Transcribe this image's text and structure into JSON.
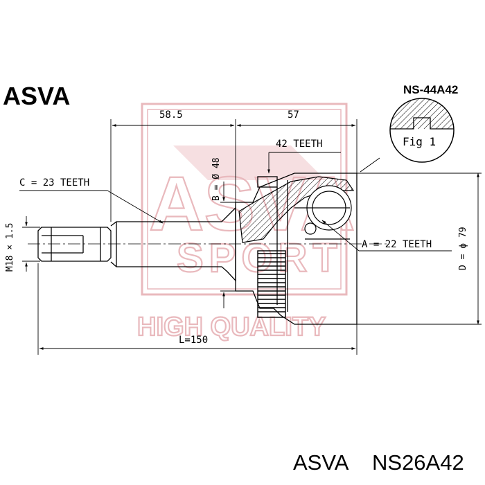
{
  "brand": "ASVA",
  "part_number": "NS-44A42",
  "fig_label": "Fig 1",
  "dimensions": {
    "top_left": "58.5",
    "top_right": "57",
    "length": "L=150",
    "bore_b": "B = Ø 48",
    "diameter_d": "D = ϕ 79",
    "thread": "M18 × 1.5"
  },
  "callouts": {
    "abs_ring": "42 TEETH",
    "shaft_spline": "C = 23 TEETH",
    "inner_spline": "A = 22 TEETH"
  },
  "watermark": {
    "brand_text": "ASVA",
    "sub_text": "SPORT",
    "quality_text": "HIGH QUALITY",
    "color": "#e9b9bd"
  },
  "footer": {
    "brand": "ASVA",
    "code": "NS26A42"
  }
}
